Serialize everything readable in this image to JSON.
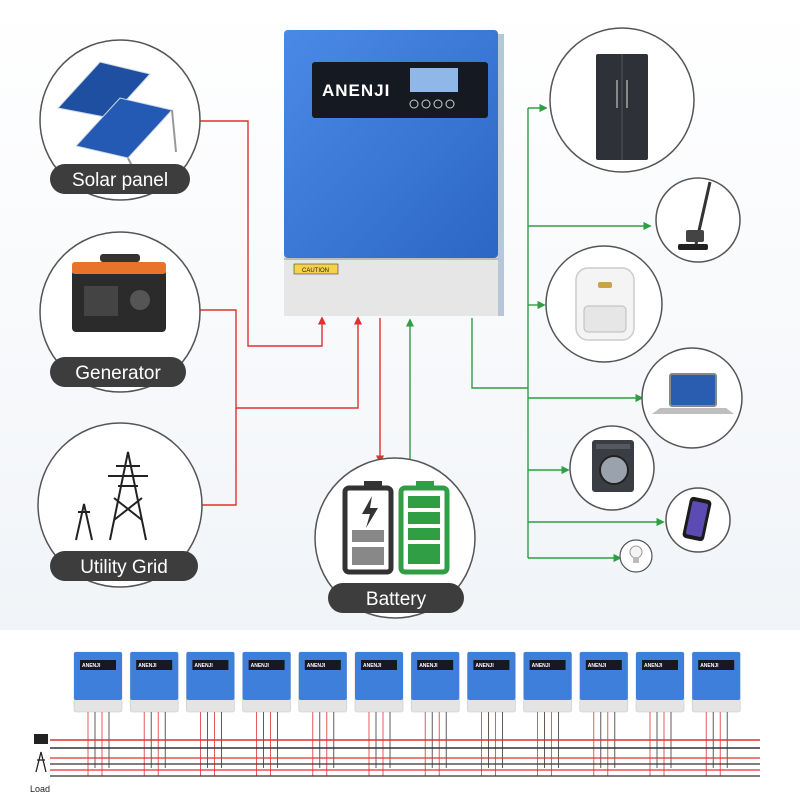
{
  "inverter": {
    "brand": "ANENJI",
    "caution": "CAUTION",
    "body_color": "#3a78d8",
    "base_color": "#e2e2e2"
  },
  "sources": [
    {
      "label": "Solar panel",
      "icon": "solar-panel-icon"
    },
    {
      "label": "Generator",
      "icon": "generator-icon"
    },
    {
      "label": "Utility Grid",
      "icon": "utility-tower-icon"
    }
  ],
  "storage": {
    "label": "Battery",
    "icon": "battery-icon"
  },
  "loads": [
    {
      "icon": "refrigerator-icon"
    },
    {
      "icon": "vacuum-cleaner-icon"
    },
    {
      "icon": "air-fryer-icon"
    },
    {
      "icon": "laptop-icon"
    },
    {
      "icon": "washing-machine-icon"
    },
    {
      "icon": "smartphone-icon"
    },
    {
      "icon": "light-bulb-icon"
    }
  ],
  "parallel": {
    "unit_count": 12,
    "load_label": "Load"
  },
  "colors": {
    "input_line": "#e03131",
    "output_line": "#2f9e44",
    "pill": "#3d3d3d",
    "ring": "#555555"
  }
}
